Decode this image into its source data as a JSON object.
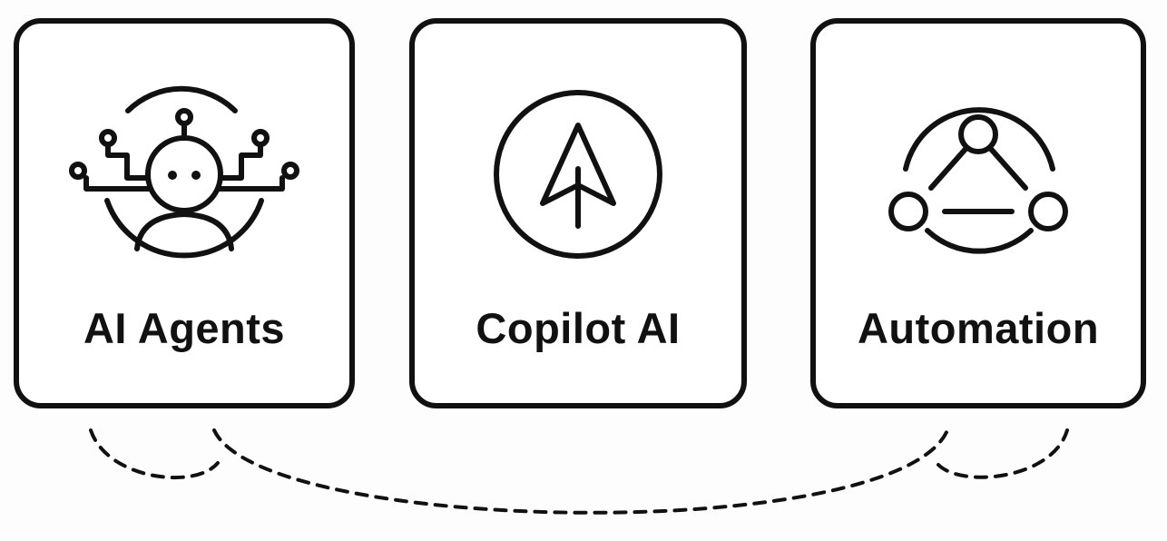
{
  "cards": [
    {
      "label": "AI Agents",
      "icon": "robot-network-icon"
    },
    {
      "label": "Copilot AI",
      "icon": "arrow-up-circle-icon"
    },
    {
      "label": "Automation",
      "icon": "node-triangle-circle-icon"
    }
  ],
  "colors": {
    "stroke": "#111111",
    "background": "#fdfdfd",
    "card_fill": "#ffffff"
  },
  "connectors": {
    "style": "dashed"
  }
}
